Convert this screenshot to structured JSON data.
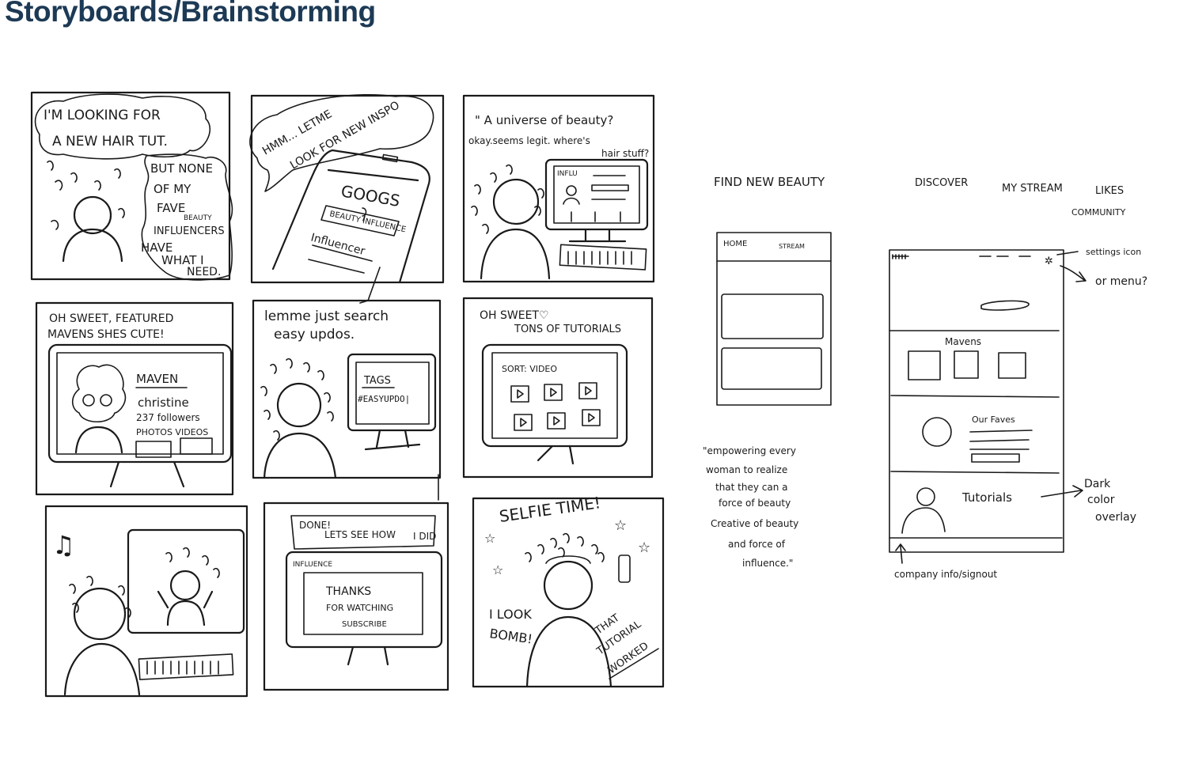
{
  "page": {
    "title": "Storyboards/Brainstorming"
  },
  "panels": {
    "p1": {
      "bubble": [
        "I'M LOOKING FOR",
        "A NEW HAIR TUT."
      ],
      "thought": [
        "BUT NONE",
        "OF MY",
        "FAVE",
        "BEAUTY",
        "INFLUENCERS",
        "HAVE",
        "WHAT I",
        "NEED."
      ]
    },
    "p2": {
      "bubble": [
        "HMM... LETME",
        "LOOK FOR NEW INSPO"
      ],
      "phone": {
        "search": "GOOGS",
        "query": "BEAUTY INFLUENCE",
        "result": "Influencer"
      }
    },
    "p3": {
      "quote": [
        "\" A universe of beauty?",
        "okay.seems legit. where's",
        "hair stuff?"
      ],
      "screen": "INFLU"
    },
    "p4": {
      "caption": [
        "OH SWEET, FEATURED",
        "MAVENS SHES CUTE!"
      ],
      "profile": [
        "MAVEN",
        "christine",
        "237 followers",
        "PHOTOS VIDEOS"
      ]
    },
    "p5": {
      "caption": [
        "lemme just search",
        "easy updos."
      ],
      "tags": [
        "TAGS",
        "#EASYUPDO|"
      ]
    },
    "p6": {
      "caption": [
        "OH SWEET♡",
        "TONS OF TUTORIALS"
      ],
      "sort": "SORT: VIDEO"
    },
    "p8": {
      "caption": [
        "DONE!",
        "LETS SEE HOW",
        "I DID"
      ],
      "brand": "INFLUENCE",
      "screen": [
        "THANKS",
        "FOR WATCHING",
        "SUBSCRIBE"
      ]
    },
    "p9": {
      "caption": "SELFIE TIME!",
      "left": [
        "I LOOK",
        "BOMB!"
      ],
      "right": [
        "THAT",
        "TUTORIAL",
        "WORKED"
      ]
    }
  },
  "wireframes": {
    "find_new_beauty": "FIND NEW BEAUTY",
    "nav": {
      "discover": "DISCOVER",
      "my_stream": "MY STREAM",
      "likes": "LIKES",
      "community": "COMMUNITY"
    },
    "mobile": {
      "home": "HOME",
      "stream": "STREAM"
    },
    "quote": [
      "\"empowering every",
      "woman to realize",
      "that they can a",
      "force of beauty",
      "Creative of beauty",
      "and force of",
      "influence.\""
    ],
    "desktop": {
      "settings_note": "settings icon",
      "or_menu": "or menu?",
      "mavens": "Mavens",
      "our_faves": "Our Faves",
      "tutorials": "Tutorials",
      "dark_overlay": [
        "Dark",
        "color",
        "overlay"
      ],
      "footer_note": "company info/signout"
    }
  }
}
